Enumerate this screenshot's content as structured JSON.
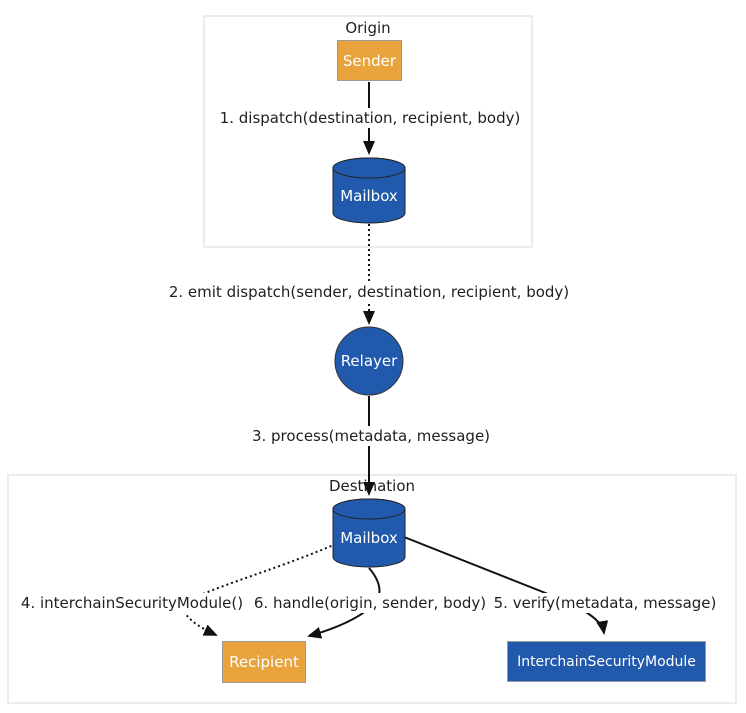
{
  "diagram": {
    "origin": {
      "title": "Origin",
      "sender_label": "Sender",
      "mailbox_label": "Mailbox"
    },
    "relayer_label": "Relayer",
    "destination": {
      "title": "Destination",
      "mailbox_label": "Mailbox",
      "recipient_label": "Recipient",
      "ism_label": "InterchainSecurityModule"
    },
    "edges": {
      "step1": "1. dispatch(destination, recipient, body)",
      "step2": "2. emit dispatch(sender, destination, recipient, body)",
      "step3": "3. process(metadata, message)",
      "step4": "4. interchainSecurityModule()",
      "step5": "5. verify(metadata, message)",
      "step6": "6. handle(origin, sender, body)"
    },
    "colors": {
      "node_blue": "#2159ac",
      "node_orange": "#e8a33d",
      "edge_black": "#111111",
      "section_border": "#ececec",
      "label_text": "#1f1f1f",
      "node_text": "#ffffff"
    }
  }
}
